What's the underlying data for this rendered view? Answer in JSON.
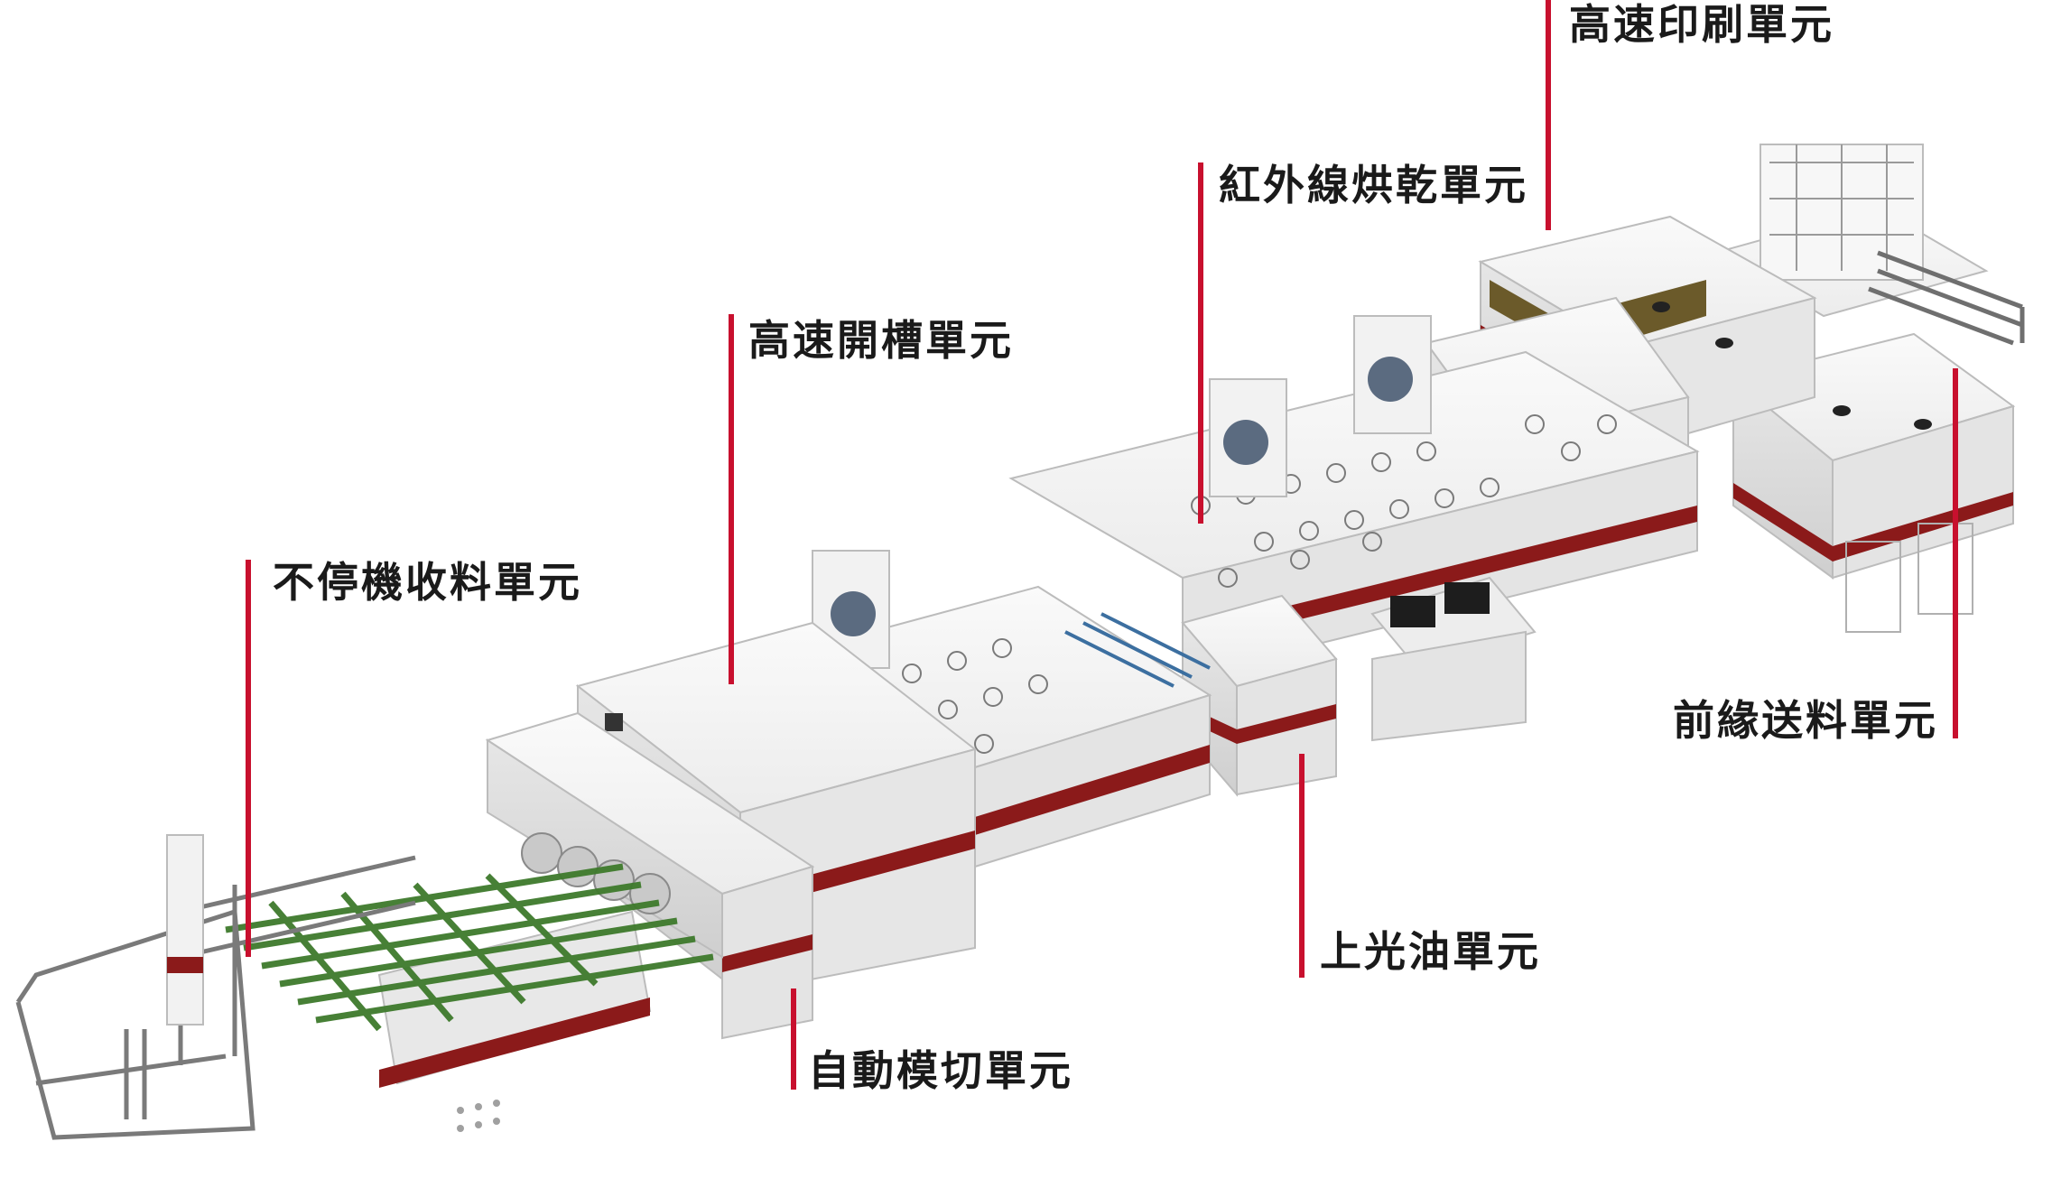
{
  "labels": {
    "printing": "高速印刷單元",
    "infrared_drying": "紅外線烘乾單元",
    "slotting": "高速開槽單元",
    "nonstop_stacker": "不停機收料單元",
    "lead_edge_feeder": "前緣送料單元",
    "varnish": "上光油單元",
    "die_cutting": "自動模切單元"
  },
  "colors": {
    "accent_red": "#c8102e",
    "machine_white": "#f4f4f4",
    "machine_shadow": "#d9d9d9",
    "conveyor_green": "#3e7a2c",
    "frame_gray": "#7a7a7a",
    "text": "#1a1a1a"
  }
}
